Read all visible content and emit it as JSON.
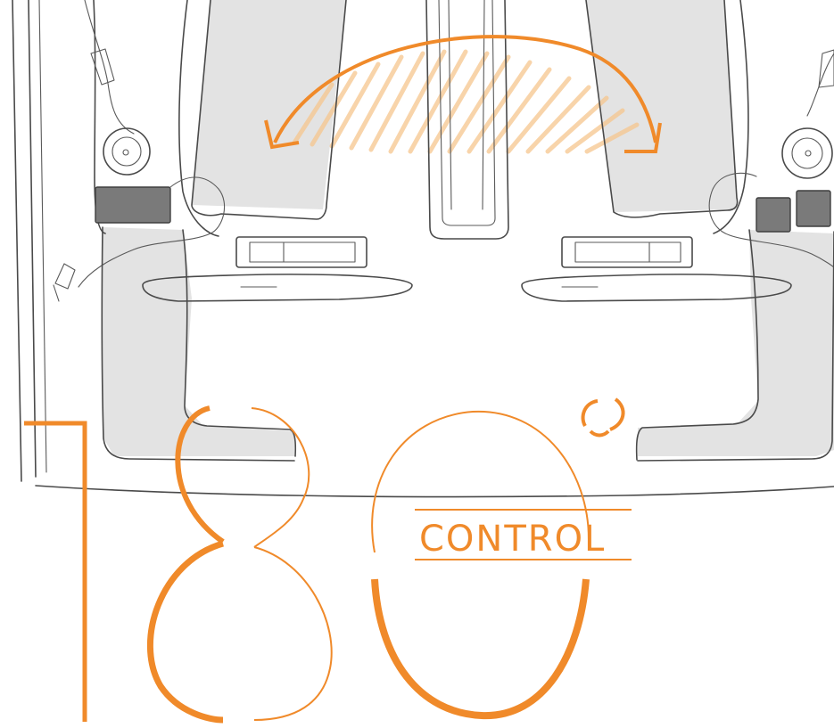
{
  "headline": {
    "label": "CONTROL"
  },
  "colors": {
    "accent": "#f08a2a",
    "hatch": "#f6c68e",
    "line": "#4a4a4a",
    "shadow": "#e3e3e3",
    "pad": "#7a7a7a"
  },
  "icons": {
    "rotation": "curved-double-arrow",
    "degree": "degree-ring"
  }
}
